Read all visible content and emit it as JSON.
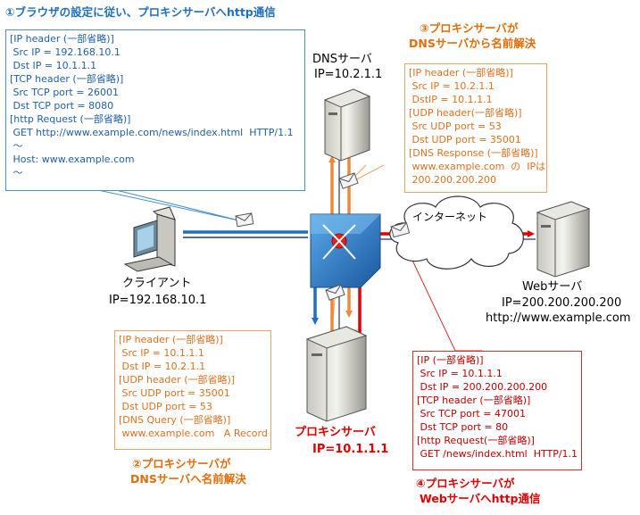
{
  "steps": {
    "step1": "①ブラウザの設定に従い、プロキシサーバへhttp通信",
    "step2_line1": "②プロキシサーバが",
    "step2_line2": "DNSサーバへ名前解決",
    "step3_line1": "③プロキシサーバが",
    "step3_line2": "DNSサーバから名前解決",
    "step4_line1": "④プロキシサーバが",
    "step4_line2": "Webサーバへhttp通信"
  },
  "nodes": {
    "dns_name": "DNSサーバ",
    "dns_ip": "IP=10.2.1.1",
    "client_name": "クライアント",
    "client_ip": "IP=192.168.10.1",
    "web_name": "Webサーバ",
    "web_ip": "IP=200.200.200.200",
    "web_url": "http://www.example.com",
    "proxy_name": "プロキシサーバ",
    "proxy_ip": "IP=10.1.1.1",
    "internet": "インターネット"
  },
  "packets": {
    "p1": [
      "[IP header (一部省略)]",
      " Src IP = 192.168.10.1",
      " Dst IP = 10.1.1.1",
      "[TCP header (一部省略)]",
      " Src TCP port = 26001",
      " Dst TCP port = 8080",
      "[http Request (一部省略)]",
      " GET http://www.example.com/news/index.html  HTTP/1.1",
      " ～",
      " Host: www.example.com",
      " ～"
    ],
    "p2": [
      "[IP header (一部省略)]",
      " Src IP = 10.1.1.1",
      " Dst IP = 10.2.1.1",
      "[UDP header (一部省略)]",
      " Src UDP port = 35001",
      " Dst UDP port = 53",
      "[DNS Query (一部省略)]",
      " www.example.com   A Record"
    ],
    "p3": [
      "[IP header (一部省略)]",
      " Src IP = 10.2.1.1",
      " DstIP = 10.1.1.1",
      "[UDP header(一部省略)]",
      " Src UDP port = 53",
      " Dst UDP port = 35001",
      "[DNS Response (一部省略)]",
      " www.example.com  の  IPは",
      " 200.200.200.200"
    ],
    "p4": [
      "[IP (一部省略)]",
      " Src IP = 10.1.1.1",
      " Dst IP = 200.200.200.200",
      "[TCP header (一部省略)]",
      " Src TCP port = 47001",
      " Dst TCP port = 80",
      "[http Request(一部省略)]",
      " GET /news/index.html  HTTP/1.1"
    ]
  },
  "colors": {
    "blue": "#1f6fc0",
    "orange": "#f0883a",
    "red": "#e00000"
  }
}
